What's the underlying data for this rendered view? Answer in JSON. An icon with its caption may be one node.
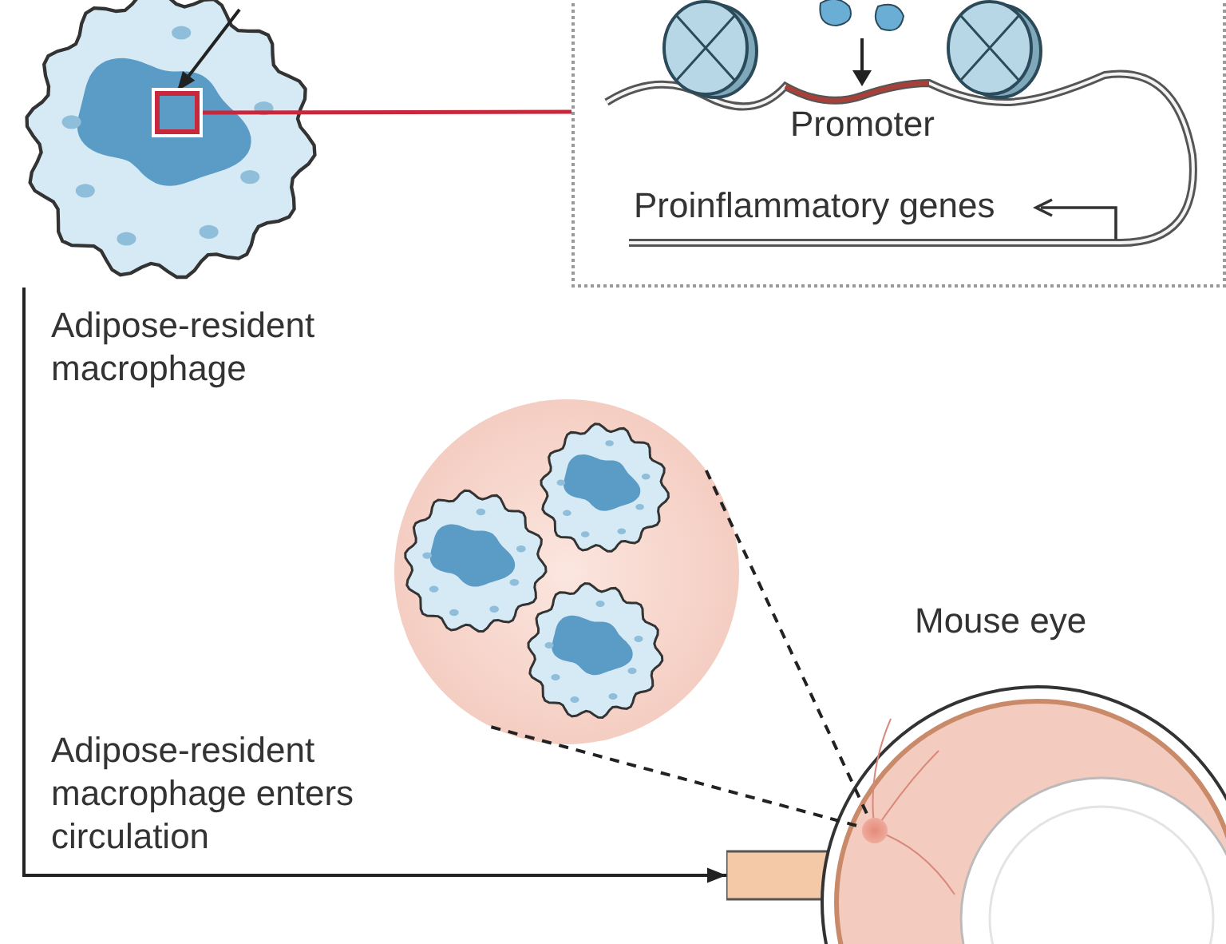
{
  "diagram": {
    "nodes": [
      {
        "text": [],
        "shape": "picture",
        "beside": [
          "Adipose-resident macrophage"
        ]
      },
      {
        "text": [],
        "shape": "box",
        "in": 0
      },
      {
        "text": [
          "Promoter",
          "Proinflammatory genes"
        ]
      },
      {
        "text": [],
        "shape": "circle"
      },
      {
        "text": [
          "Mouse eye"
        ]
      },
      {
        "text": [],
        "shape": "circle",
        "in": 4
      }
    ],
    "edges": [
      {
        "from": null,
        "to": 1,
        "arrow": "to"
      },
      {
        "from": 1,
        "to": 2,
        "arrow": "none",
        "color": "#c8283c"
      },
      {
        "from": 0,
        "to": 4,
        "arrow": "to",
        "label": "Adipose-resident macrophage enters circulation"
      },
      {
        "from": 3,
        "to": 5,
        "arrow": "none",
        "style": "dashed"
      },
      {
        "from": 3,
        "to": 5,
        "arrow": "none",
        "style": "dashed"
      }
    ]
  }
}
